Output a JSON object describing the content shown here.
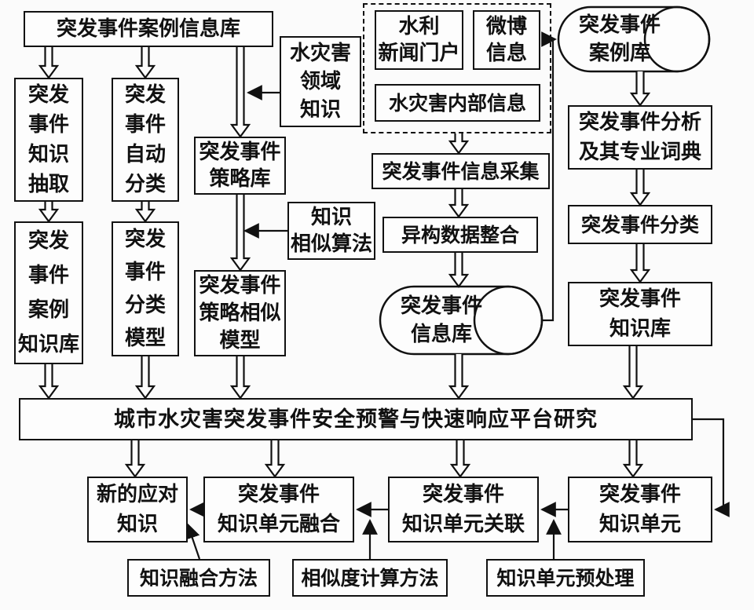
{
  "diagram": {
    "colors": {
      "line": "#111111",
      "box_bg": "#fdfdfd",
      "page_bg": "#fbfbfb"
    },
    "nodes": {
      "case_info_db": {
        "label": "突发事件案例信息库"
      },
      "knowledge_extract": {
        "label": "突发\n事件\n知识\n抽取"
      },
      "auto_classify": {
        "label": "突发\n事件\n自动\n分类"
      },
      "case_knowledge_db": {
        "label": "突发\n事件\n案例\n知识库"
      },
      "classify_model": {
        "label": "突发\n事件\n分类\n模型"
      },
      "flood_domain_knowledge": {
        "label": "水灾害\n领域\n知识"
      },
      "strategy_db": {
        "label": "突发事件\n策略库"
      },
      "similarity_algorithm": {
        "label": "知识\n相似算法"
      },
      "strategy_similar_model": {
        "label": "突发事件\n策略相似\n模型"
      },
      "water_news_portal": {
        "label": "水利\n新闻门户"
      },
      "weibo_info": {
        "label": "微博\n信息"
      },
      "flood_internal_info": {
        "label": "水灾害内部信息"
      },
      "info_collection": {
        "label": "突发事件信息采集"
      },
      "hetero_integration": {
        "label": "异构数据整合"
      },
      "event_info_db": {
        "label": "突发事件\n信息库"
      },
      "event_case_db": {
        "label": "突发事件\n案例库"
      },
      "analysis_dict": {
        "label": "突发事件分析\n及其专业词典"
      },
      "event_classify": {
        "label": "突发事件分类"
      },
      "event_knowledge_db": {
        "label": "突发事件\n知识库"
      },
      "platform": {
        "label": "城市水灾害突发事件安全预警与快速响应平台研究"
      },
      "new_response_knowledge": {
        "label": "新的应对\n知识"
      },
      "unit_fusion": {
        "label": "突发事件\n知识单元融合"
      },
      "unit_association": {
        "label": "突发事件\n知识单元关联"
      },
      "knowledge_unit": {
        "label": "突发事件\n知识单元"
      },
      "fusion_method": {
        "label": "知识融合方法"
      },
      "similarity_calc_method": {
        "label": "相似度计算方法"
      },
      "unit_preprocess": {
        "label": "知识单元预处理"
      }
    }
  }
}
